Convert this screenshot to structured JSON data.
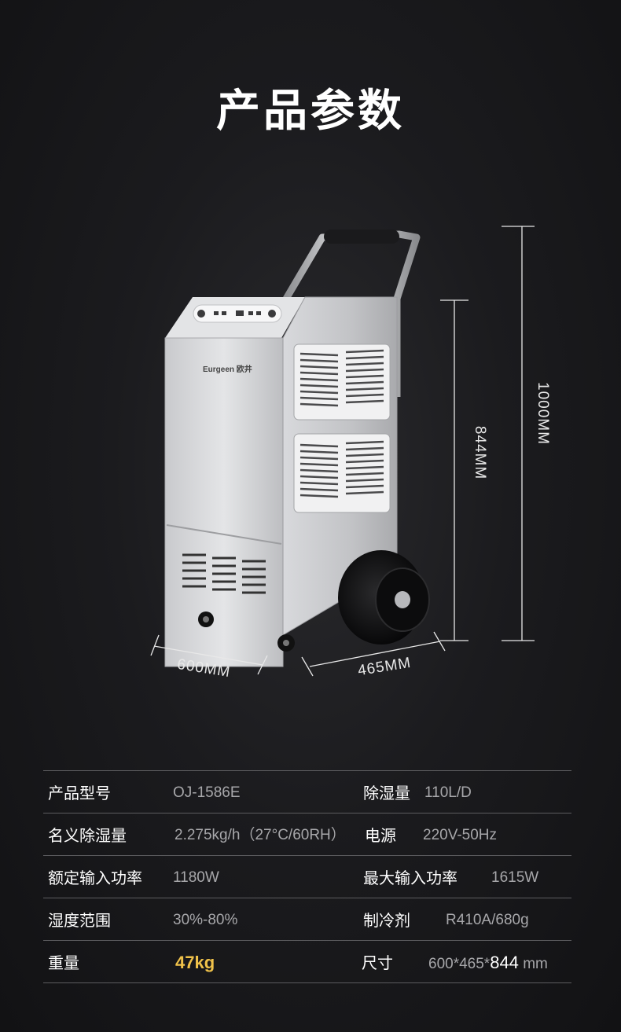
{
  "title": "产品参数",
  "brand": "Eurgeen 欧井",
  "dimensions": {
    "total_height": "1000MM",
    "body_height": "844MM",
    "width": "600MM",
    "depth": "465MM"
  },
  "specs": [
    {
      "label_left": "产品型号",
      "value_left": "OJ-1586E",
      "label_right": "除湿量",
      "value_right": "110L/D"
    },
    {
      "label_left": "名义除湿量",
      "value_left": "2.275kg/h（27°C/60RH）",
      "label_right": "电源",
      "value_right": "220V-50Hz"
    },
    {
      "label_left": "额定输入功率",
      "value_left": "1180W",
      "label_right": "最大输入功率",
      "value_right": "1615W"
    },
    {
      "label_left": "湿度范围",
      "value_left": "30%-80%",
      "label_right": "制冷剂",
      "value_right": "R410A/680g"
    },
    {
      "label_left": "重量",
      "value_left": "47kg",
      "label_right": "尺寸",
      "value_right_a": "600*465*",
      "value_right_b": "844",
      "value_right_c": "mm"
    }
  ],
  "colors": {
    "background": "#1b1b1e",
    "highlight": "#f0c24a",
    "divider": "#5c5c5f"
  }
}
